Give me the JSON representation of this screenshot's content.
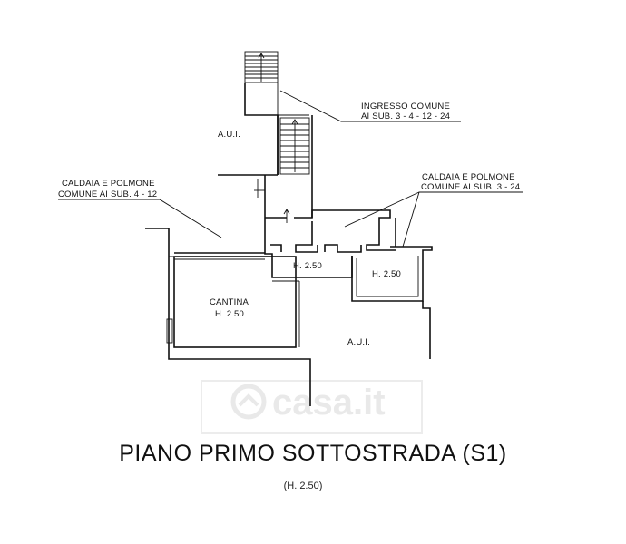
{
  "watermark": "casa.it",
  "labels": {
    "ingresso_line1": "INGRESSO COMUNE",
    "ingresso_line2": "AI SUB. 3 - 4 - 12 - 24",
    "aui_top": "A.U.I.",
    "caldaia_left_line1": "CALDAIA E POLMONE",
    "caldaia_left_line2": "COMUNE AI SUB. 4 - 12",
    "caldaia_right_line1": "CALDAIA E POLMONE",
    "caldaia_right_line2": "COMUNE AI SUB. 3 - 24",
    "h_center": "H. 2.50",
    "h_right": "H. 2.50",
    "cantina": "CANTINA",
    "cantina_h": "H. 2.50",
    "aui_bottom": "A.U.I."
  },
  "title": "PIANO PRIMO SOTTOSTRADA (S1)",
  "subtitle": "(H. 2.50)"
}
